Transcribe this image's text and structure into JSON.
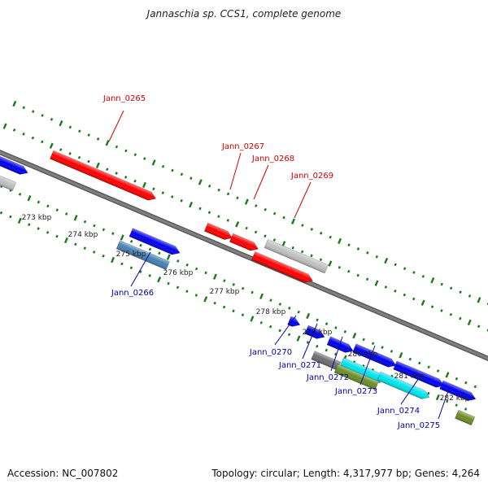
{
  "title": "Jannaschia sp. CCS1, complete genome",
  "footer": {
    "accession": "Accession: NC_007802",
    "summary": "Topology: circular; Length: 4,317,977 bp; Genes: 4,264"
  },
  "colors": {
    "forward_label": "#d40000",
    "reverse_label": "#0000b0",
    "backbone": "#808080",
    "tick": "#1a7a1a"
  },
  "kbp_labels": [
    "273 kbp",
    "274 kbp",
    "275 kbp",
    "276 kbp",
    "277 kbp",
    "278 kbp",
    "279 kbp",
    "280 kbp",
    "281 kbp",
    "282 kbp"
  ],
  "gene_labels": [
    {
      "text": "Jann_0265",
      "strand": "forward"
    },
    {
      "text": "Jann_0267",
      "strand": "forward"
    },
    {
      "text": "Jann_0268",
      "strand": "forward"
    },
    {
      "text": "Jann_0269",
      "strand": "forward"
    },
    {
      "text": "Jann_0266",
      "strand": "reverse"
    },
    {
      "text": "Jann_0270",
      "strand": "reverse"
    },
    {
      "text": "Jann_0271",
      "strand": "reverse"
    },
    {
      "text": "Jann_0272",
      "strand": "reverse"
    },
    {
      "text": "Jann_0273",
      "strand": "reverse"
    },
    {
      "text": "Jann_0274",
      "strand": "reverse"
    },
    {
      "text": "Jann_0275",
      "strand": "reverse"
    }
  ],
  "gene_colors": {
    "red": "#ff0000",
    "blue": "#0000ee",
    "steel": "#4682b4",
    "silver": "#c0c0c0",
    "gray": "#6e6e6e",
    "olive": "#6b8e23",
    "cyan": "#00e5ee"
  }
}
